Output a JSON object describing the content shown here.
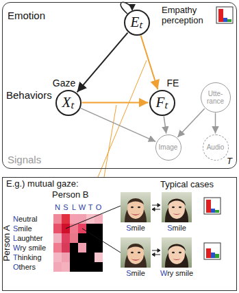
{
  "diagram": {
    "nodes": [
      {
        "text": [
          "Emotion",
          "Behaviors",
          "Signals",
          "T"
        ]
      },
      {
        "text": [
          "Eₜ"
        ],
        "in": 0
      },
      {
        "text": [
          "Gaze",
          "Xₜ"
        ],
        "in": 0
      },
      {
        "text": [
          "FE",
          "Fₜ"
        ],
        "in": 0
      },
      {
        "text": [
          "Utte- rance"
        ],
        "in": 0
      },
      {
        "text": [
          "Image"
        ],
        "in": 0
      },
      {
        "text": [
          "Audio"
        ],
        "in": 0
      },
      {
        "text": [
          "E.g.) mutual gaze:"
        ]
      }
    ],
    "edges": [
      {
        "from": 1,
        "to": 2,
        "arrow": "to"
      },
      {
        "from": 1,
        "to": 3,
        "arrow": "to"
      },
      {
        "from": 2,
        "to": 3,
        "arrow": "to"
      },
      {
        "from": 2,
        "to": 5,
        "arrow": "to"
      },
      {
        "from": 3,
        "to": 5,
        "arrow": "to"
      },
      {
        "from": 4,
        "to": 5,
        "arrow": "to"
      },
      {
        "from": 4,
        "to": 6,
        "arrow": "to"
      }
    ],
    "labels": [
      "Empathy perception",
      "Typical cases",
      "Person B",
      "N",
      "S",
      "L",
      "W",
      "T",
      "O",
      "Neutral",
      "Smile",
      "Laughter",
      "Wry smile",
      "Thinking",
      "Others",
      "Person A",
      "Smile",
      "Smile",
      "Smile",
      "Wry smile"
    ]
  }
}
